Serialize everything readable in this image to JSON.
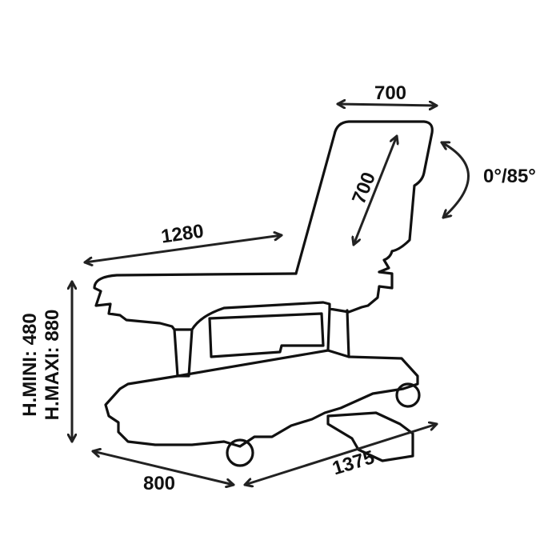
{
  "diagram": {
    "subject": "examination-chair",
    "dimensions": {
      "backrest_width": "700",
      "backrest_length": "700",
      "tilt_angle": "0°/85°",
      "seat_length": "1280",
      "height_min": "H.MINI: 480",
      "height_max": "H.MAXI: 880",
      "base_width": "800",
      "base_length": "1375"
    },
    "colors": {
      "line": "#111111",
      "background": "#ffffff"
    }
  }
}
